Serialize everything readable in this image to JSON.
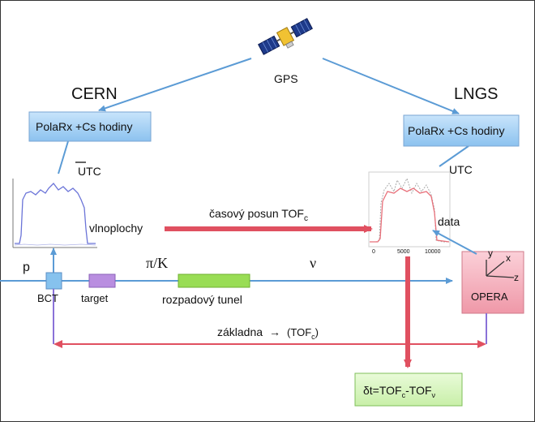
{
  "nodes": {
    "gps": "GPS",
    "cern": "CERN",
    "lngs": "LNGS",
    "clock_left": "PolaRx +Cs hodiny",
    "clock_right": "PolaRx +Cs hodiny",
    "utc_left": "UTC",
    "utc_right": "UTC",
    "waveforms": "vlnoplochy",
    "time_shift_main": "časový posun TOF",
    "time_shift_sub": "c",
    "data": "data",
    "p": "p",
    "pi_k": "π/K",
    "nu": "ν",
    "bct": "BCT",
    "target": "target",
    "decay_tunnel": "rozpadový tunel",
    "opera": "OPERA",
    "axis_x": "x",
    "axis_y": "y",
    "axis_z": "z",
    "baseline_main": "základna",
    "baseline_arrow": "→",
    "baseline_tof": "(TOF",
    "baseline_sub": "c",
    "baseline_close": ")",
    "result_main": "δt=TOF",
    "result_sub1": "c",
    "result_mid": "-TOF",
    "result_sub2": "ν"
  },
  "right_plot_ticks": [
    "0",
    "5000",
    "10000"
  ],
  "colors": {
    "blue_line": "#5b9bd5",
    "red_arrow": "#e05060",
    "clock_box": "#a9d3f5",
    "opera_box": "#f4aebb",
    "result_box": "#d8f5c0",
    "tunnel": "#99dd55",
    "target": "#b98ee0"
  }
}
